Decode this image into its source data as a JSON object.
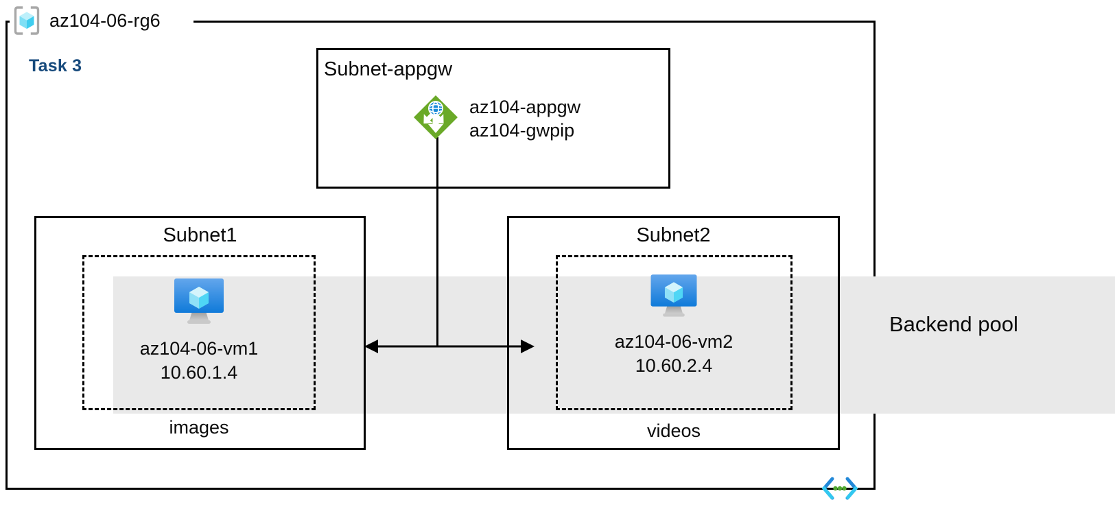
{
  "diagram": {
    "resource_group": {
      "name": "az104-06-rg6",
      "icon": "resource-group-cube-icon"
    },
    "task_label": "Task 3",
    "backend_pool": {
      "label": "Backend pool",
      "band_color": "#e9e9e9"
    },
    "subnets": [
      {
        "id": "subnet-appgw",
        "title": "Subnet-appgw",
        "resources": [
          {
            "icon": "application-gateway-icon",
            "lines": [
              "az104-appgw",
              "az104-gwpip"
            ]
          }
        ]
      },
      {
        "id": "subnet1",
        "title": "Subnet1",
        "vm": {
          "icon": "virtual-machine-icon",
          "name": "az104-06-vm1",
          "ip": "10.60.1.4"
        },
        "content_label": "images"
      },
      {
        "id": "subnet2",
        "title": "Subnet2",
        "vm": {
          "icon": "virtual-machine-icon",
          "name": "az104-06-vm2",
          "ip": "10.60.2.4"
        },
        "content_label": "videos"
      }
    ],
    "connector": {
      "type": "bidirectional-arrow",
      "from": "subnet1",
      "to": "subnet2",
      "source": "az104-appgw"
    },
    "code_icon": "code-brackets-icon",
    "colors": {
      "task_text": "#174a7c",
      "band": "#e9e9e9",
      "border": "#000000",
      "appgw_green": "#6aa928",
      "vm_blue": "#1b86e0",
      "code_cyan": "#32c8f0",
      "code_blue": "#2288d8",
      "code_green": "#4ea72e"
    }
  }
}
